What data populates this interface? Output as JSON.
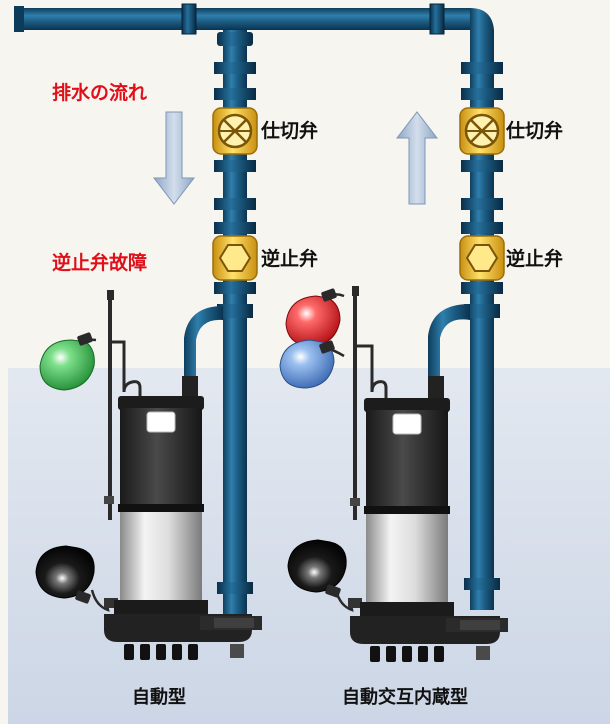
{
  "labels": {
    "flow": "排水の流れ",
    "fault": "逆止弁故障",
    "gate_valve_left": "仕切弁",
    "check_valve_left": "逆止弁",
    "gate_valve_right": "仕切弁",
    "check_valve_right": "逆止弁",
    "pump_left": "自動型",
    "pump_right": "自動交互内蔵型"
  },
  "colors": {
    "background": "#f7f5ef",
    "water": "#d6deea",
    "pipe": "#1d5f86",
    "valve": "#f1c232",
    "float_green": "#35b24a",
    "float_red": "#e01e24",
    "float_blue": "#5b8fd6",
    "float_black": "#151515",
    "label_red": "#e0101a"
  },
  "icons": {
    "flow_down_arrow": "arrow-down-icon",
    "flow_up_arrow": "arrow-up-icon",
    "gate_valve": "gate-valve-icon",
    "check_valve": "check-valve-icon"
  }
}
